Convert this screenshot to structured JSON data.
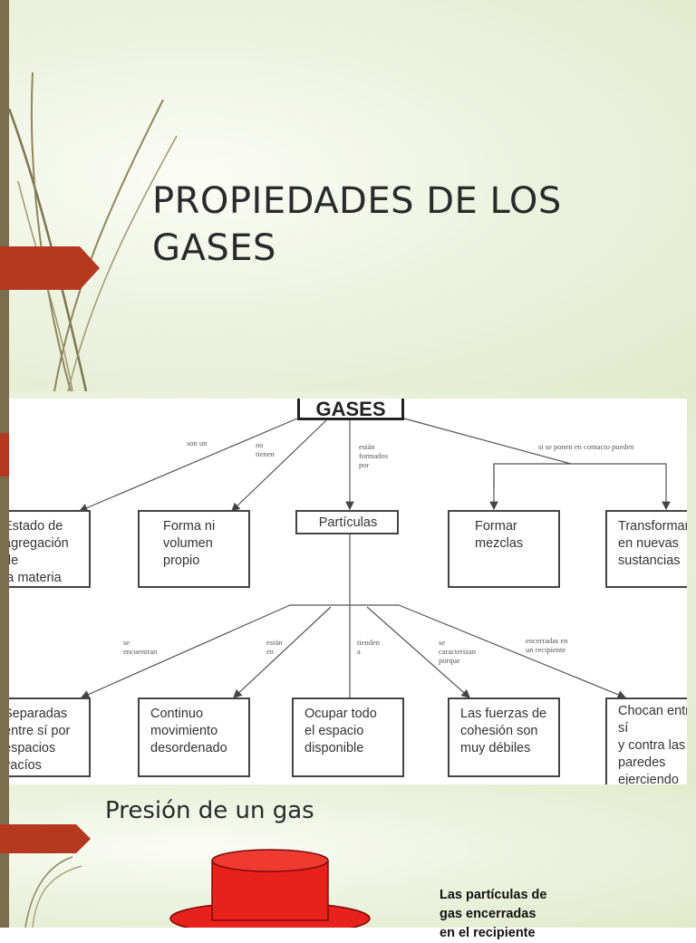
{
  "slide1": {
    "title": "PROPIEDADES DE LOS GASES"
  },
  "concept_map": {
    "top_node": "GASES",
    "edge_labels": {
      "son_un": "son un",
      "no_tienen": "no\ntienen",
      "estan_formados_por": "están\nformados\npor",
      "si_se_ponen": "si se ponen en contacto pueden",
      "se_encuentran": "se\nencuentran",
      "estan_en": "están\nen",
      "tienden_a": "tienden\na",
      "se_caracterizan": "se\ncaracterizan\nporque",
      "encerradas": "encerradas en\nun recipiente"
    },
    "nodes_row1": [
      "Estado de\nagregación de\nla materia",
      "Forma ni\nvolumen\npropio",
      "Partículas",
      "Formar\nmezclas",
      "Transformarse\nen nuevas\nsustancias"
    ],
    "nodes_row2": [
      "Separadas\nentre sí por\nespacios\nvacíos",
      "Continuo\nmovimiento\ndesordenado",
      "Ocupar todo\nel espacio\ndisponible",
      "Las fuerzas de\ncohesión son\nmuy débiles",
      "Chocan entre sí\ny contra las\nparedes\nejerciendo\npresión"
    ]
  },
  "slide2": {
    "title": "Presión de un gas",
    "side_text": "Las partículas de\ngas encerradas\nen el recipiente"
  },
  "colors": {
    "accent_arrow": "#b5391e",
    "side_bar": "#7a6e4f",
    "hat_red": "#e8211c",
    "background_light": "#f6f9ef",
    "background_dark": "#e1eacb"
  }
}
